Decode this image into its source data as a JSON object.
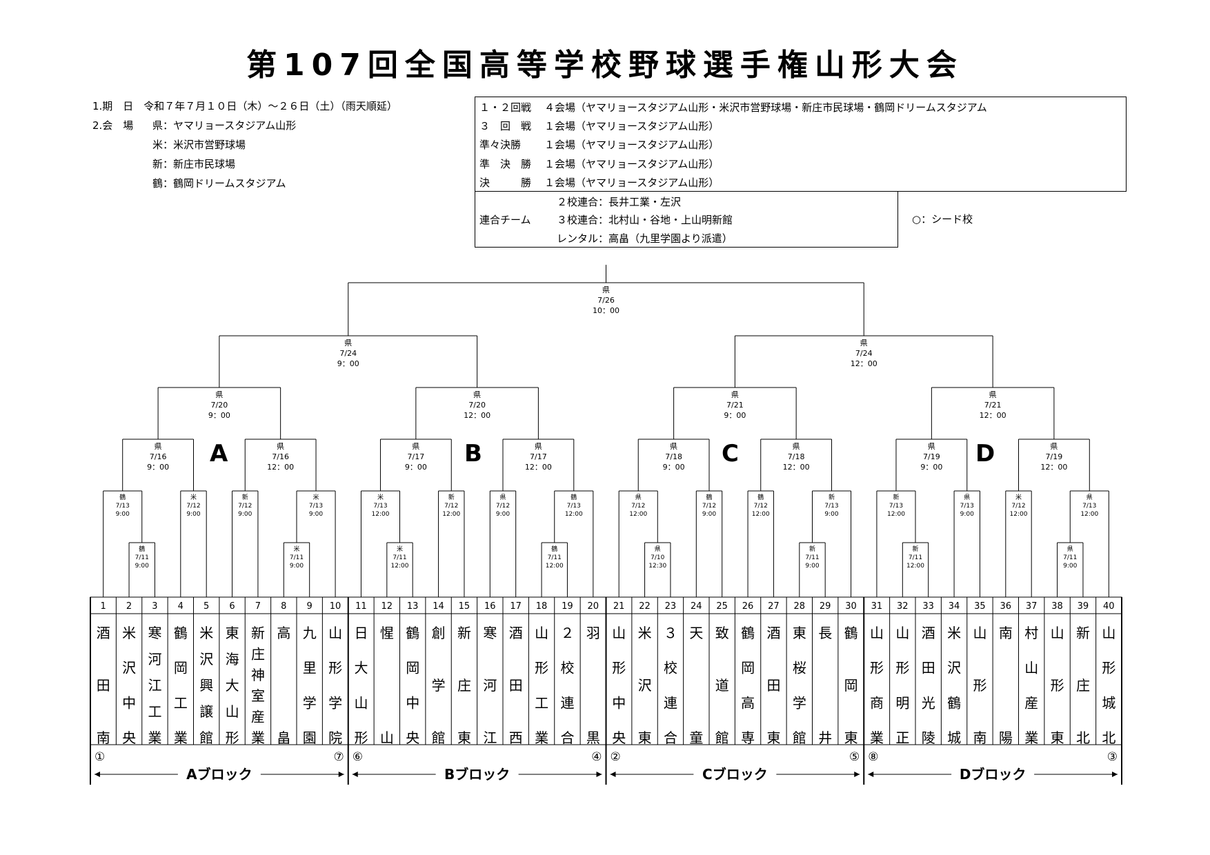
{
  "title": "第107回全国高等学校野球選手権山形大会",
  "info": {
    "dates": "1.期　日　令和７年７月１０日（木）～２６日（土）（雨天順延）",
    "venues_label": "2.会　場",
    "venues": [
      "県：ヤマリョースタジアム山形",
      "米：米沢市営野球場",
      "新：新庄市民球場",
      "鶴：鶴岡ドリームスタジアム"
    ]
  },
  "rounds": [
    {
      "label": "１・２回戦",
      "value": "４会場（ヤマリョースタジアム山形・米沢市営野球場・新庄市民球場・鶴岡ドリームスタジアム"
    },
    {
      "label": "３　回　戦",
      "value": "１会場（ヤマリョースタジアム山形）"
    },
    {
      "label": "準々決勝",
      "value": "１会場（ヤマリョースタジアム山形）"
    },
    {
      "label": "準　決　勝",
      "value": "１会場（ヤマリョースタジアム山形）"
    },
    {
      "label": "決　　　勝",
      "value": "１会場（ヤマリョースタジアム山形）"
    }
  ],
  "joint": {
    "label": "連合チーム",
    "rows": [
      "２校連合：長井工業・左沢",
      "３校連合：北村山・谷地・上山明新館",
      "レンタル：高畠（九里学園より派遣）"
    ]
  },
  "seed_note": "○：シード校",
  "block_letters": [
    "A",
    "B",
    "C",
    "D"
  ],
  "teams": [
    "酒田南",
    "米沢中央",
    "寒河江工業",
    "鶴岡工業",
    "米沢興譲館",
    "東海大山形",
    "新庄神室産業",
    "高畠",
    "九里学園",
    "山形学院",
    "日大山形",
    "惺山",
    "鶴岡中央",
    "創学館",
    "新庄東",
    "寒河江",
    "酒田西",
    "山形工業",
    "２校連合",
    "羽黒",
    "山形中央",
    "米沢東",
    "３校連合",
    "天童",
    "致道館",
    "鶴岡高専",
    "酒田東",
    "東桜学館",
    "長井",
    "鶴岡東",
    "山形商業",
    "山形明正",
    "酒田光陵",
    "米沢鶴城",
    "山形南",
    "南陽",
    "村山産業",
    "山形東",
    "新庄北",
    "山形城北"
  ],
  "seeds": [
    {
      "pos": 1,
      "mark": "①"
    },
    {
      "pos": 10,
      "mark": "⑦"
    },
    {
      "pos": 11,
      "mark": "⑥"
    },
    {
      "pos": 20,
      "mark": "④"
    },
    {
      "pos": 21,
      "mark": "②"
    },
    {
      "pos": 30,
      "mark": "⑤"
    },
    {
      "pos": 31,
      "mark": "⑧"
    },
    {
      "pos": 40,
      "mark": "③"
    }
  ],
  "block_labels": [
    "Aブロック",
    "Bブロック",
    "Cブロック",
    "Dブロック"
  ],
  "games": {
    "r1": [
      {
        "v": "鶴",
        "d": "7/11",
        "t": "9:00"
      },
      {
        "v": "米",
        "d": "7/11",
        "t": "9:00"
      },
      {
        "v": "米",
        "d": "7/11",
        "t": "12:00"
      },
      {
        "v": "鶴",
        "d": "7/11",
        "t": "12:00"
      },
      {
        "v": "県",
        "d": "7/10",
        "t": "12:30"
      },
      {
        "v": "新",
        "d": "7/11",
        "t": "9:00"
      },
      {
        "v": "新",
        "d": "7/11",
        "t": "12:00"
      },
      {
        "v": "県",
        "d": "7/11",
        "t": "9:00"
      }
    ],
    "r2": [
      {
        "v": "鶴",
        "d": "7/13",
        "t": "9:00"
      },
      {
        "v": "米",
        "d": "7/12",
        "t": "9:00"
      },
      {
        "v": "新",
        "d": "7/12",
        "t": "9:00"
      },
      {
        "v": "米",
        "d": "7/13",
        "t": "9:00"
      },
      {
        "v": "米",
        "d": "7/13",
        "t": "12:00"
      },
      {
        "v": "新",
        "d": "7/12",
        "t": "12:00"
      },
      {
        "v": "県",
        "d": "7/12",
        "t": "9:00"
      },
      {
        "v": "鶴",
        "d": "7/13",
        "t": "12:00"
      },
      {
        "v": "県",
        "d": "7/12",
        "t": "12:00"
      },
      {
        "v": "鶴",
        "d": "7/12",
        "t": "9:00"
      },
      {
        "v": "鶴",
        "d": "7/12",
        "t": "12:00"
      },
      {
        "v": "新",
        "d": "7/13",
        "t": "9:00"
      },
      {
        "v": "新",
        "d": "7/13",
        "t": "12:00"
      },
      {
        "v": "県",
        "d": "7/13",
        "t": "9:00"
      },
      {
        "v": "米",
        "d": "7/12",
        "t": "12:00"
      },
      {
        "v": "県",
        "d": "7/13",
        "t": "12:00"
      }
    ],
    "r3": [
      {
        "v": "県",
        "d": "7/16",
        "t": "9：00"
      },
      {
        "v": "県",
        "d": "7/16",
        "t": "12：00"
      },
      {
        "v": "県",
        "d": "7/17",
        "t": "9：00"
      },
      {
        "v": "県",
        "d": "7/17",
        "t": "12：00"
      },
      {
        "v": "県",
        "d": "7/18",
        "t": "9：00"
      },
      {
        "v": "県",
        "d": "7/18",
        "t": "12：00"
      },
      {
        "v": "県",
        "d": "7/19",
        "t": "9：00"
      },
      {
        "v": "県",
        "d": "7/19",
        "t": "12：00"
      }
    ],
    "qf": [
      {
        "v": "県",
        "d": "7/20",
        "t": "9：00"
      },
      {
        "v": "県",
        "d": "7/20",
        "t": "12：00"
      },
      {
        "v": "県",
        "d": "7/21",
        "t": "9：00"
      },
      {
        "v": "県",
        "d": "7/21",
        "t": "12：00"
      }
    ],
    "sf": [
      {
        "v": "県",
        "d": "7/24",
        "t": "9：00"
      },
      {
        "v": "県",
        "d": "7/24",
        "t": "12：00"
      }
    ],
    "final": {
      "v": "県",
      "d": "7/26",
      "t": "10：00"
    }
  }
}
